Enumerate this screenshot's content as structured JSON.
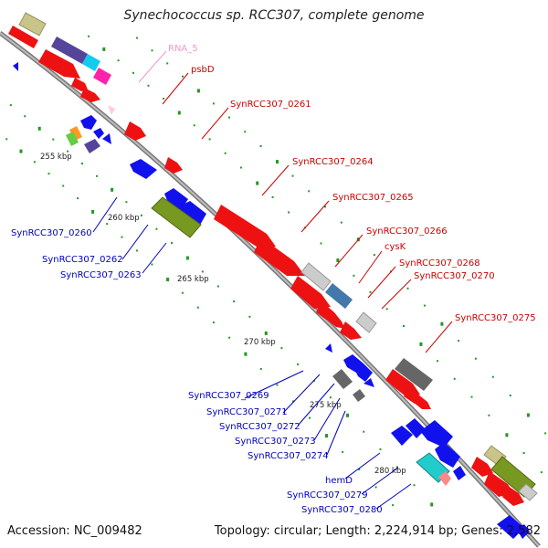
{
  "title": "Synechococcus sp. RCC307, complete genome",
  "footer": {
    "accession": "Accession: NC_009482",
    "topology": "Topology: circular; Length: 2,224,914 bp; Genes: 2,582"
  },
  "colors": {
    "backbone": "#999999",
    "forward_label": "#cc0000",
    "reverse_label": "#0000bb",
    "rna_label": "#ee99cc",
    "tick": "#229922"
  },
  "kbp_labels": [
    "255 kbp",
    "260 kbp",
    "265 kbp",
    "270 kbp",
    "275 kbp",
    "280 kbp"
  ],
  "labels": {
    "rna5": "RNA_5",
    "psbD": "psbD",
    "syn0261": "SynRCC307_0261",
    "syn0264": "SynRCC307_0264",
    "syn0265": "SynRCC307_0265",
    "syn0266": "SynRCC307_0266",
    "cysK": "cysK",
    "syn0268": "SynRCC307_0268",
    "syn0270": "SynRCC307_0270",
    "syn0275": "SynRCC307_0275",
    "syn0260": "SynRCC307_0260",
    "syn0262": "SynRCC307_0262",
    "syn0263": "SynRCC307_0263",
    "syn0269": "SynRCC307_0269",
    "syn0271": "SynRCC307_0271",
    "syn0272": "SynRCC307_0272",
    "syn0273": "SynRCC307_0273",
    "syn0274": "SynRCC307_0274",
    "hemD": "hemD",
    "syn0279": "SynRCC307_0279",
    "syn0280": "SynRCC307_0280"
  }
}
